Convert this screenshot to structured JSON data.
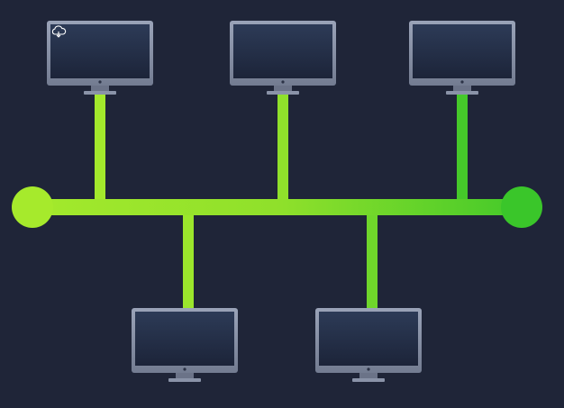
{
  "topology": "bus",
  "colors": {
    "background": "#1f2538",
    "bus_start": "#a6ea2c",
    "bus_end": "#37c52a",
    "monitor_frame": "#8a93a8",
    "monitor_frame_dark": "#5d6578",
    "screen_top": "#2d3b57",
    "screen_bottom": "#1c2439"
  },
  "nodes": [
    {
      "id": "monitor-1",
      "side": "top",
      "overlay_icon": "cloud-download-icon"
    },
    {
      "id": "monitor-2",
      "side": "top"
    },
    {
      "id": "monitor-3",
      "side": "top"
    },
    {
      "id": "monitor-4",
      "side": "bottom"
    },
    {
      "id": "monitor-5",
      "side": "bottom"
    }
  ],
  "bus": {
    "terminators": [
      "left-terminator",
      "right-terminator"
    ]
  }
}
